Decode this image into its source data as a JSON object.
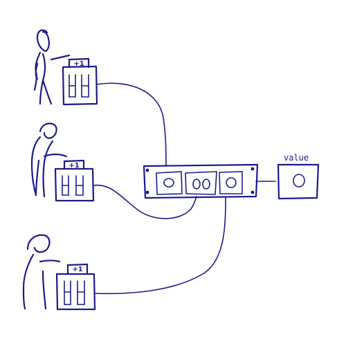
{
  "colors": {
    "ink": "#1a1a8c",
    "background": "#ffffff"
  },
  "counters": [
    {
      "badge": "+1",
      "figure": "walking-person-icon"
    },
    {
      "badge": "+1",
      "figure": "bending-person-icon"
    },
    {
      "badge": "+1",
      "figure": "standing-person-icon"
    }
  ],
  "aggregator": {
    "input_count": 3
  },
  "output": {
    "label": "value"
  }
}
